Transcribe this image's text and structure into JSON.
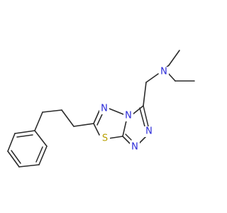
{
  "molecule": {
    "colors": {
      "bond": "#2b2b2b",
      "nitrogen": "#2a2ad8",
      "sulfur": "#b8a000"
    },
    "atoms": [
      {
        "id": "n_amine",
        "symbol": "N",
        "element": "nitrogen"
      },
      {
        "id": "n1",
        "symbol": "N",
        "element": "nitrogen"
      },
      {
        "id": "n4",
        "symbol": "N",
        "element": "nitrogen"
      },
      {
        "id": "n5",
        "symbol": "N",
        "element": "nitrogen"
      },
      {
        "id": "n6",
        "symbol": "N",
        "element": "nitrogen"
      },
      {
        "id": "s1",
        "symbol": "S",
        "element": "sulfur"
      }
    ]
  }
}
